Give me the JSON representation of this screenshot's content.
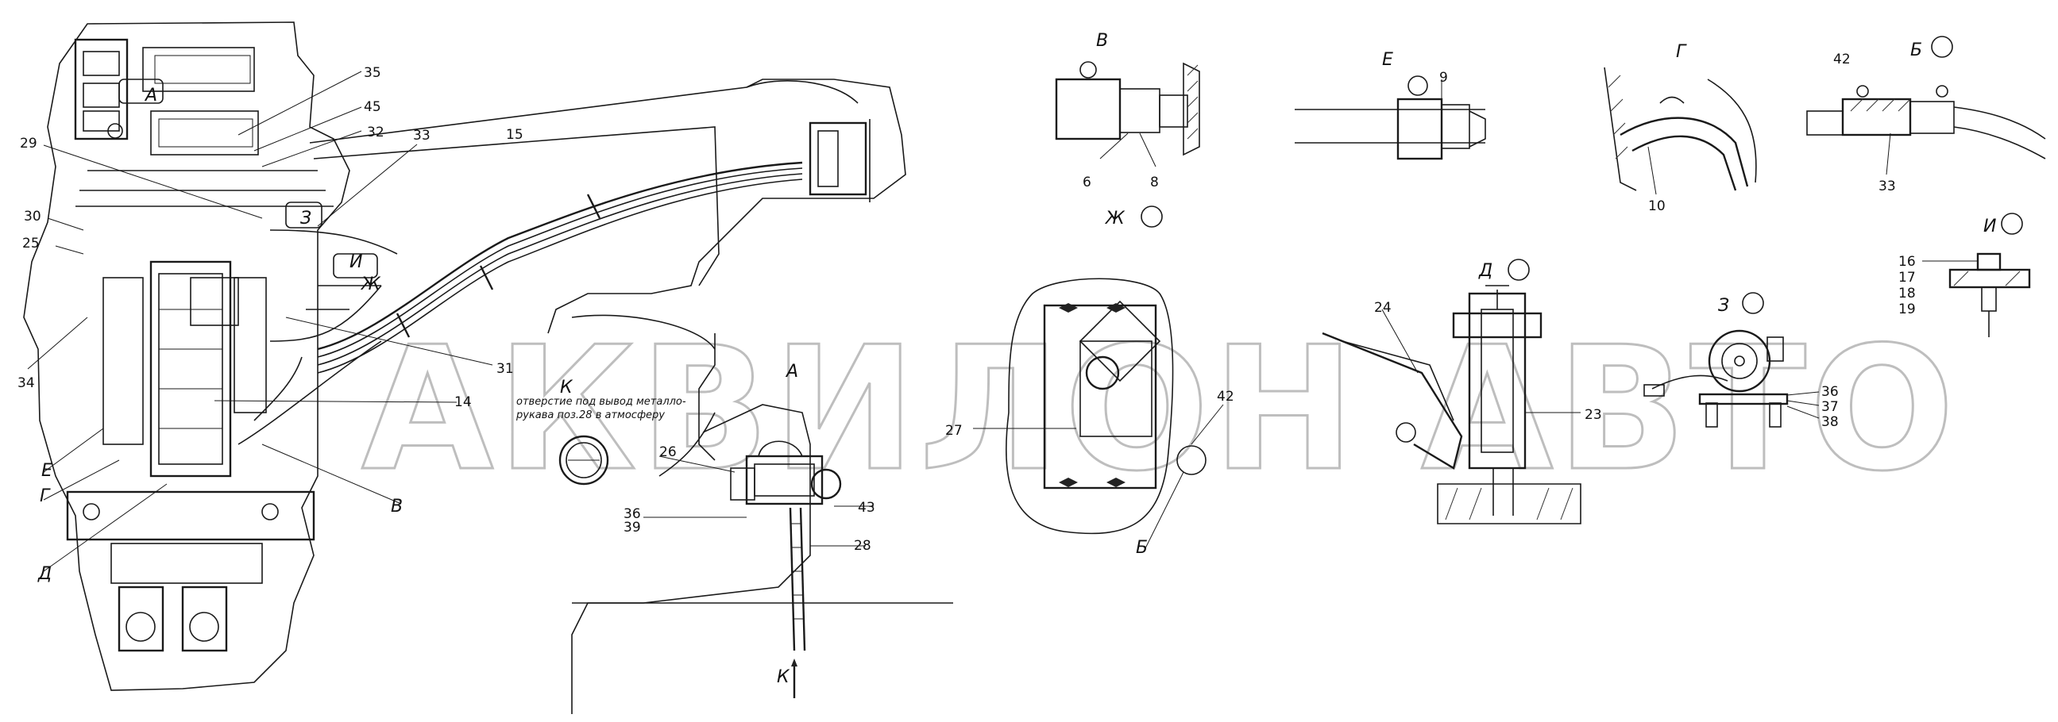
{
  "watermark": "АКВИЛОН АВТО",
  "note": {
    "line1": "отверстие под вывод металло-",
    "line2": "рукава поз.28 в атмосферу"
  },
  "views": {
    "A1": "А",
    "A2": "А",
    "B": "Б",
    "V_top": "В",
    "V_bottom": "В",
    "G_left": "Г",
    "G_top": "Г",
    "D_left": "Д",
    "D_top": "Д",
    "E_left": "Е",
    "E_top": "Е",
    "ZH": "Ж",
    "ZH_top": "Ж",
    "Z": "З",
    "Z_top": "З",
    "I": "И",
    "I_top": "И",
    "K1": "К",
    "K2": "К",
    "B_top": "Б"
  },
  "callouts": {
    "c6": "6",
    "c8": "8",
    "c9": "9",
    "c10": "10",
    "c14": "14",
    "c15": "15",
    "c16": "16",
    "c17": "17",
    "c18": "18",
    "c19": "19",
    "c23": "23",
    "c24": "24",
    "c25": "25",
    "c26": "26",
    "c27": "27",
    "c28": "28",
    "c29": "29",
    "c30": "30",
    "c31": "31",
    "c32": "32",
    "c33": "33",
    "c33b": "33",
    "c34": "34",
    "c35": "35",
    "c36a": "36",
    "c36b": "36",
    "c37": "37",
    "c38": "38",
    "c39": "39",
    "c42a": "42",
    "c42b": "42",
    "c43": "43",
    "c45": "45"
  }
}
